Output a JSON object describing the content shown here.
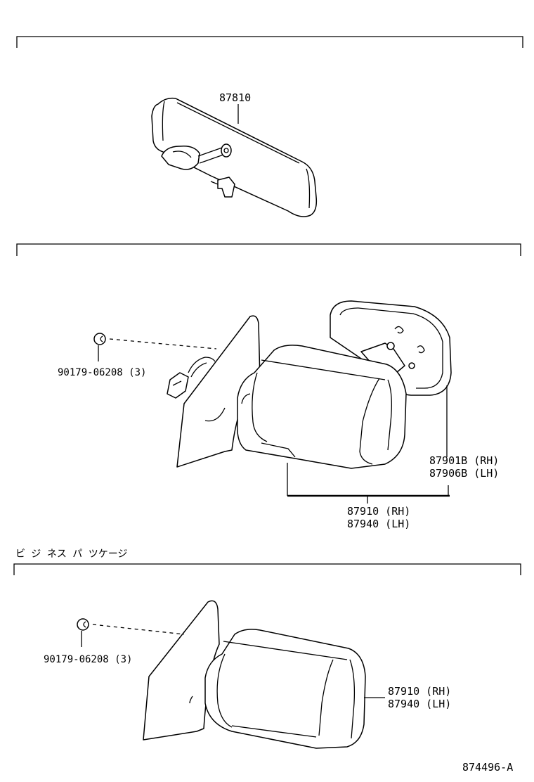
{
  "sections": [
    {
      "heading": "",
      "parts": [
        {
          "number": "87810"
        }
      ]
    },
    {
      "heading": "",
      "parts": [
        {
          "number": "90179-06208 (3)"
        },
        {
          "number": "87901B (RH)"
        },
        {
          "number": "87906B (LH)"
        },
        {
          "number": "87910 (RH)"
        },
        {
          "number": "87940 (LH)"
        }
      ]
    },
    {
      "heading": "ビ ジ ネス パ ツケージ",
      "parts": [
        {
          "number": "90179-06208 (3)"
        },
        {
          "number": "87910 (RH)"
        },
        {
          "number": "87940 (LH)"
        }
      ]
    }
  ],
  "figure_code": "874496-A"
}
